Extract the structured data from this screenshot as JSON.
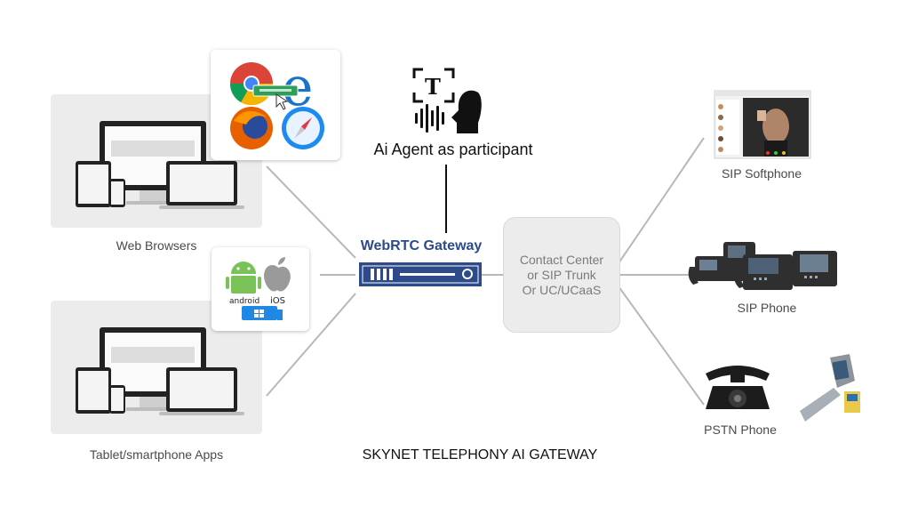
{
  "title": "SKYNET TELEPHONY AI GATEWAY",
  "ai_agent": {
    "label": "Ai Agent as participant"
  },
  "gateway": {
    "label": "WebRTC Gateway"
  },
  "contact_center": {
    "lines": [
      "Contact Center",
      "or SIP Trunk",
      "Or UC/UCaaS"
    ]
  },
  "clients": {
    "web": {
      "label": "Web Browsers"
    },
    "apps": {
      "label": "Tablet/smartphone Apps"
    },
    "platforms": {
      "android": "android",
      "ios": "iOS"
    }
  },
  "endpoints": {
    "softphone": {
      "label": "SIP Softphone"
    },
    "sip_phone": {
      "label": "SIP Phone"
    },
    "pstn": {
      "label": "PSTN Phone"
    }
  },
  "colors": {
    "gateway": "#2d4a8a",
    "panel": "#ececec",
    "line": "#b5b5b5"
  }
}
